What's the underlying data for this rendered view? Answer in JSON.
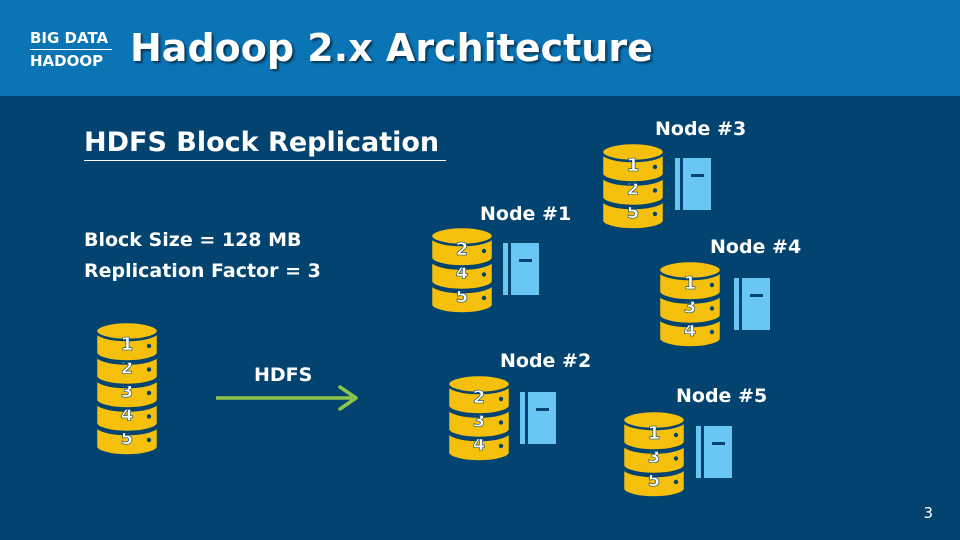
{
  "header": {
    "logo_line1": "BIG DATA",
    "logo_line2": "HADOOP",
    "title": "Hadoop 2.x Architecture"
  },
  "section": {
    "title": "HDFS Block Replication",
    "block_size": "Block Size = 128 MB",
    "replication_factor": "Replication Factor = 3"
  },
  "source": {
    "blocks": [
      "1",
      "2",
      "3",
      "4",
      "5"
    ],
    "arrow_label": "HDFS"
  },
  "nodes": [
    {
      "label": "Node #1",
      "blocks": [
        "2",
        "4",
        "5"
      ]
    },
    {
      "label": "Node #2",
      "blocks": [
        "2",
        "3",
        "4"
      ]
    },
    {
      "label": "Node #3",
      "blocks": [
        "1",
        "2",
        "5"
      ]
    },
    {
      "label": "Node #4",
      "blocks": [
        "1",
        "3",
        "4"
      ]
    },
    {
      "label": "Node #5",
      "blocks": [
        "1",
        "3",
        "5"
      ]
    }
  ],
  "page_number": "3",
  "colors": {
    "background": "#034370",
    "header": "#0b74b5",
    "disk_fill": "#f5c00b",
    "disk_outline": "#034370",
    "server_icon": "#6ac7f5",
    "arrow": "#8bc64b"
  }
}
